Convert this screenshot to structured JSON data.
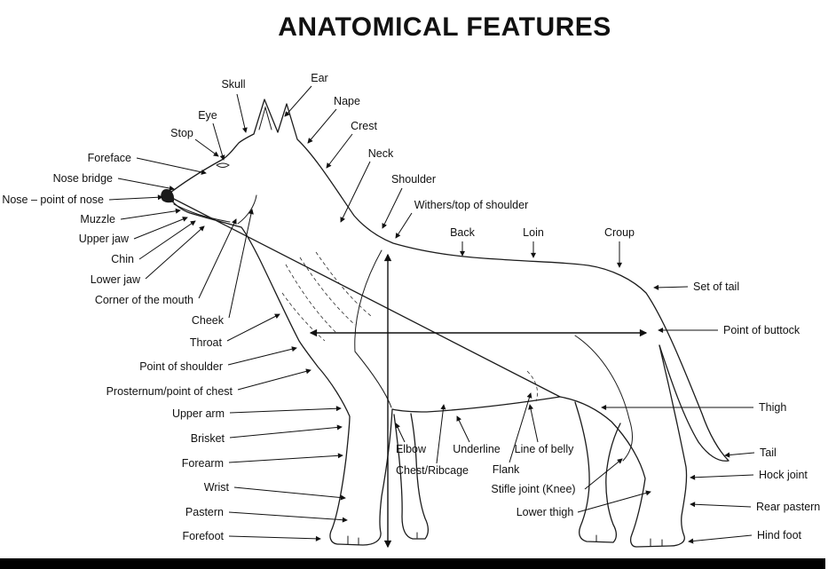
{
  "title": "ANATOMICAL FEATURES",
  "colors": {
    "ink": "#111111",
    "background": "#ffffff"
  },
  "labels": [
    "Skull",
    "Ear",
    "Nape",
    "Crest",
    "Neck",
    "Eye",
    "Stop",
    "Foreface",
    "Nose bridge",
    "Nose – point of nose",
    "Muzzle",
    "Upper jaw",
    "Chin",
    "Lower jaw",
    "Corner of the mouth",
    "Cheek",
    "Throat",
    "Point of shoulder",
    "Prosternum/point of chest",
    "Upper arm",
    "Brisket",
    "Forearm",
    "Wrist",
    "Pastern",
    "Forefoot",
    "Shoulder",
    "Withers/top of shoulder",
    "Back",
    "Loin",
    "Croup",
    "Set of tail",
    "Point of buttock",
    "Thigh",
    "Tail",
    "Hock joint",
    "Rear pastern",
    "Hind foot",
    "Elbow",
    "Chest/Ribcage",
    "Underline",
    "Flank",
    "Line of belly",
    "Stifle joint (Knee)",
    "Lower thigh"
  ]
}
